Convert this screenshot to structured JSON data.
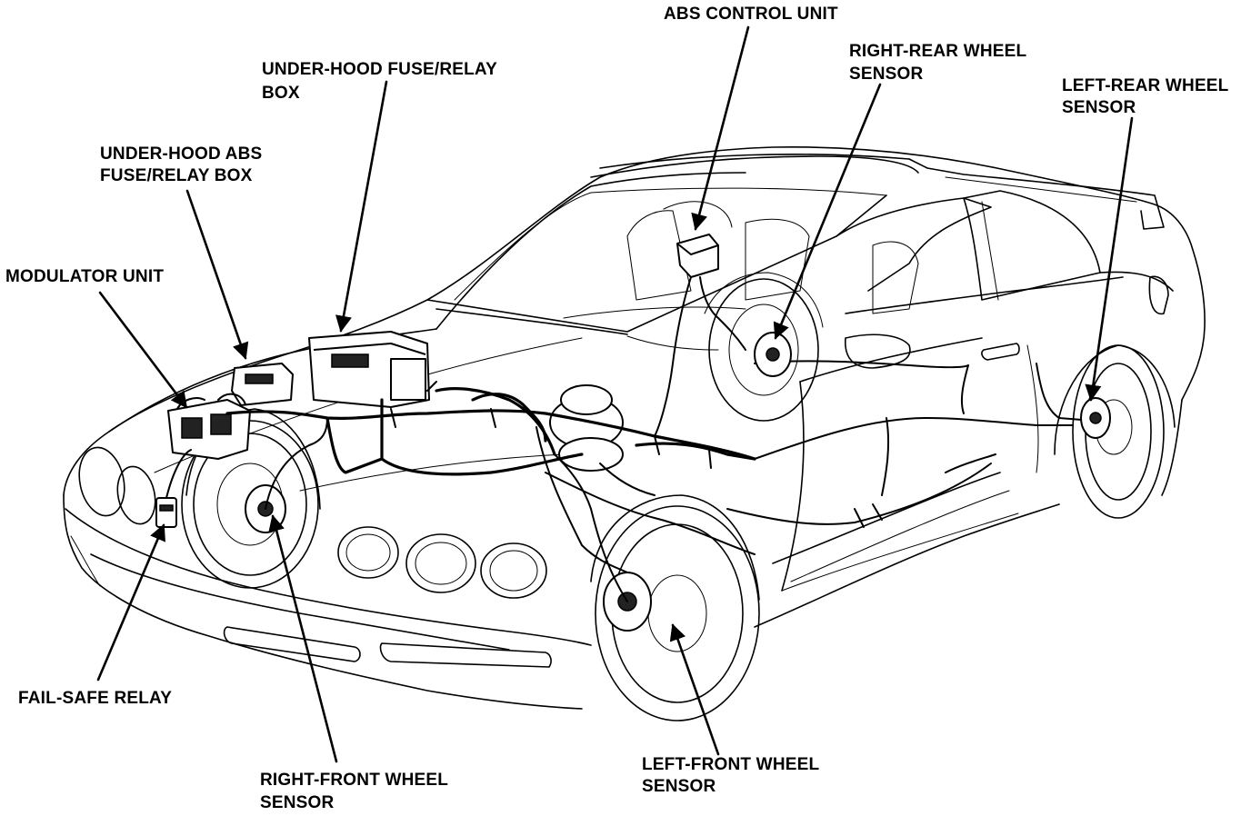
{
  "labels": {
    "abs_control_unit": "ABS CONTROL UNIT",
    "right_rear_wheel_sensor": [
      "RIGHT-REAR WHEEL",
      "SENSOR"
    ],
    "left_rear_wheel_sensor": [
      "LEFT-REAR WHEEL",
      "SENSOR"
    ],
    "under_hood_fuse_relay_box": [
      "UNDER-HOOD FUSE/RELAY",
      "BOX"
    ],
    "under_hood_abs_fuse_relay_box": [
      "UNDER-HOOD ABS",
      "FUSE/RELAY BOX"
    ],
    "modulator_unit": "MODULATOR UNIT",
    "fail_safe_relay": "FAIL-SAFE RELAY",
    "right_front_wheel_sensor": [
      "RIGHT-FRONT WHEEL",
      "SENSOR"
    ],
    "left_front_wheel_sensor": [
      "LEFT-FRONT WHEEL",
      "SENSOR"
    ]
  }
}
